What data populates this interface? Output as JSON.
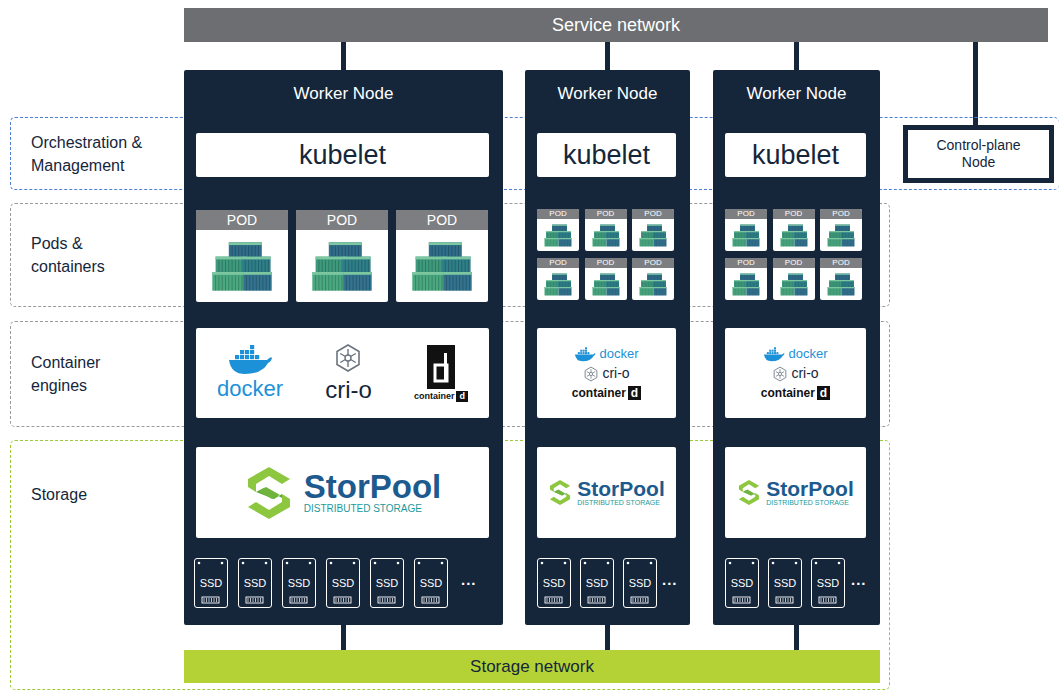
{
  "diagram": {
    "nodes": [
      {
        "text": [
          "Service network"
        ]
      },
      {
        "text": [
          "Orchestration & Management"
        ]
      },
      {
        "text": [
          "Pods & containers"
        ]
      },
      {
        "text": [
          "Container engines"
        ]
      },
      {
        "text": [
          "Storage"
        ]
      },
      {
        "text": [
          "Worker Node"
        ]
      },
      {
        "text": [
          "kubelet"
        ],
        "in": 5
      },
      {
        "text": [
          "POD"
        ],
        "in": 5
      },
      {
        "text": [
          "POD"
        ],
        "in": 5
      },
      {
        "text": [
          "POD"
        ],
        "in": 5
      },
      {
        "text": [
          "docker",
          "cri-o",
          "container",
          "d"
        ],
        "in": 5
      },
      {
        "text": [
          "StorPool",
          "DISTRIBUTED STORAGE"
        ],
        "in": 5
      },
      {
        "text": [
          "SSD"
        ],
        "in": 5
      },
      {
        "text": [
          "SSD"
        ],
        "in": 5
      },
      {
        "text": [
          "SSD"
        ],
        "in": 5
      },
      {
        "text": [
          "SSD"
        ],
        "in": 5
      },
      {
        "text": [
          "SSD"
        ],
        "in": 5
      },
      {
        "text": [
          "SSD"
        ],
        "in": 5
      },
      {
        "text": [
          "Worker Node"
        ]
      },
      {
        "text": [
          "kubelet"
        ],
        "in": 18
      },
      {
        "text": [
          "POD"
        ],
        "in": 18
      },
      {
        "text": [
          "POD"
        ],
        "in": 18
      },
      {
        "text": [
          "POD"
        ],
        "in": 18
      },
      {
        "text": [
          "POD"
        ],
        "in": 18
      },
      {
        "text": [
          "POD"
        ],
        "in": 18
      },
      {
        "text": [
          "POD"
        ],
        "in": 18
      },
      {
        "text": [
          "docker",
          "cri-o",
          "container",
          "d"
        ],
        "in": 18
      },
      {
        "text": [
          "StorPool",
          "DISTRIBUTED STORAGE"
        ],
        "in": 18
      },
      {
        "text": [
          "SSD"
        ],
        "in": 18
      },
      {
        "text": [
          "SSD"
        ],
        "in": 18
      },
      {
        "text": [
          "SSD"
        ],
        "in": 18
      },
      {
        "text": [
          "Worker Node"
        ]
      },
      {
        "text": [
          "kubelet"
        ],
        "in": 31
      },
      {
        "text": [
          "POD"
        ],
        "in": 31
      },
      {
        "text": [
          "POD"
        ],
        "in": 31
      },
      {
        "text": [
          "POD"
        ],
        "in": 31
      },
      {
        "text": [
          "POD"
        ],
        "in": 31
      },
      {
        "text": [
          "POD"
        ],
        "in": 31
      },
      {
        "text": [
          "POD"
        ],
        "in": 31
      },
      {
        "text": [
          "docker",
          "cri-o",
          "container",
          "d"
        ],
        "in": 31
      },
      {
        "text": [
          "StorPool",
          "DISTRIBUTED STORAGE"
        ],
        "in": 31
      },
      {
        "text": [
          "SSD"
        ],
        "in": 31
      },
      {
        "text": [
          "SSD"
        ],
        "in": 31
      },
      {
        "text": [
          "SSD"
        ],
        "in": 31
      },
      {
        "text": [
          "Control-plane Node"
        ]
      },
      {
        "text": [
          "Storage network"
        ]
      }
    ],
    "edges": [
      {
        "from": 0,
        "to": 5,
        "arrow": "none"
      },
      {
        "from": 0,
        "to": 18,
        "arrow": "none"
      },
      {
        "from": 0,
        "to": 31,
        "arrow": "none"
      },
      {
        "from": 0,
        "to": 44,
        "arrow": "none"
      },
      {
        "from": 5,
        "to": 45,
        "arrow": "none"
      },
      {
        "from": 18,
        "to": 45,
        "arrow": "none"
      },
      {
        "from": 31,
        "to": 45,
        "arrow": "none"
      }
    ],
    "labels": [
      "...",
      "...",
      "..."
    ]
  }
}
